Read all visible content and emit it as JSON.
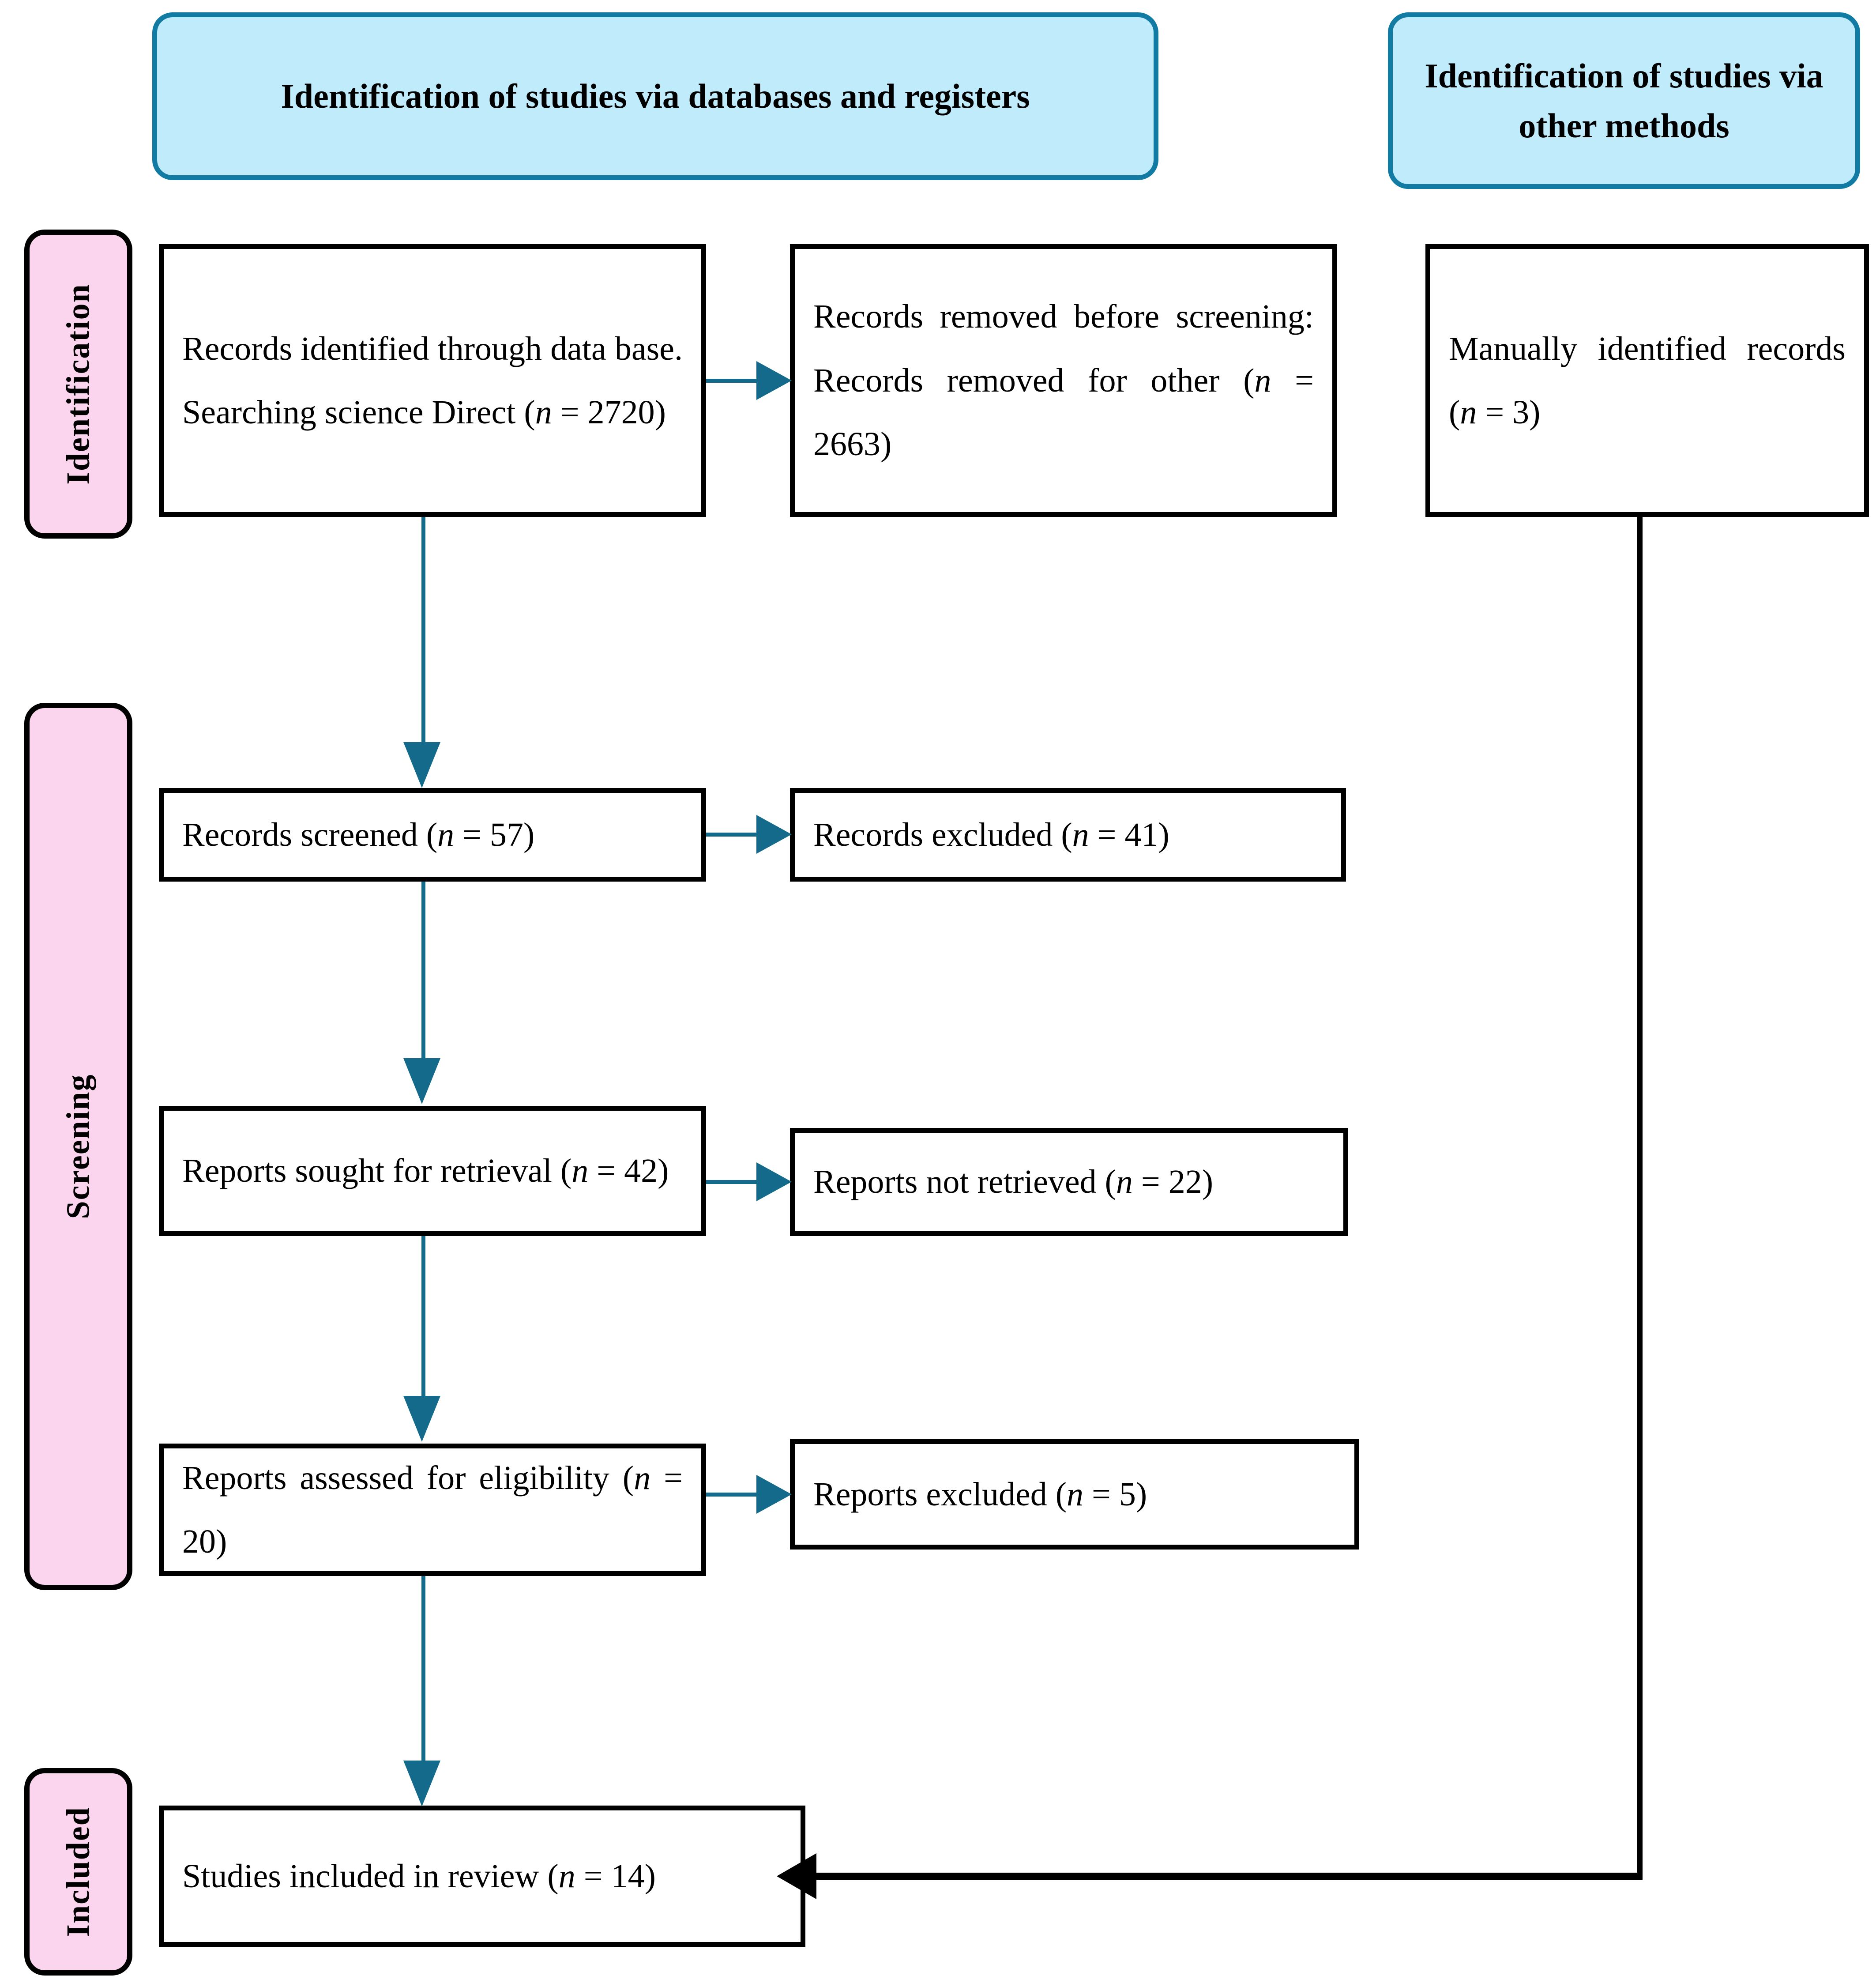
{
  "diagram": {
    "type": "prisma-flow-diagram",
    "banners": {
      "left": "Identification of studies via databases and registers",
      "right": "Identification of studies via other methods"
    },
    "stage_labels": {
      "identification": "Identification",
      "screening": "Screening",
      "included": "Included"
    },
    "boxes": {
      "identified": {
        "text_before_n": "Records identified through data base. Searching science Direct (",
        "n_symbol": "n",
        "n_value": " = 2720)",
        "full_text": "Records identified through data base. Searching science Direct (n = 2720)",
        "count": 2720
      },
      "removed": {
        "text_before_n": "Records removed before screening: Records removed for other (",
        "n_symbol": "n",
        "n_value": " = 2663)",
        "full_text": "Records removed before screening: Records removed for other (n = 2663)",
        "count": 2663
      },
      "manual": {
        "text_before_n": "Manually identified records (",
        "n_symbol": "n",
        "n_value": " = 3)",
        "full_text": "Manually identified records (n = 3)",
        "count": 3
      },
      "screened": {
        "text_before_n": "Records screened (",
        "n_symbol": "n",
        "n_value": " = 57)",
        "full_text": "Records screened (n = 57)",
        "count": 57
      },
      "excluded1": {
        "text_before_n": "Records excluded (",
        "n_symbol": "n",
        "n_value": " = 41)",
        "full_text": "Records excluded (n = 41)",
        "count": 41
      },
      "sought": {
        "text_before_n": "Reports sought for retrieval (",
        "n_symbol": "n",
        "n_value": " = 42)",
        "full_text": "Reports sought for retrieval (n = 42)",
        "count": 42
      },
      "notretrieved": {
        "text_before_n": "Reports not retrieved (",
        "n_symbol": "n",
        "n_value": " = 22)",
        "full_text": "Reports not retrieved (n = 22)",
        "count": 22
      },
      "assessed": {
        "text_before_n": "Reports assessed for eligibility (",
        "n_symbol": "n",
        "n_value": " = 20)",
        "full_text": "Reports assessed for eligibility (n = 20)",
        "count": 20
      },
      "excluded2": {
        "text_before_n": "Reports excluded (",
        "n_symbol": "n",
        "n_value": " = 5)",
        "full_text": "Reports excluded (n = 5)",
        "count": 5
      },
      "included": {
        "text_before_n": "Studies included in review (",
        "n_symbol": "n",
        "n_value": " = 14)",
        "full_text": "Studies included in review (n = 14)",
        "count": 14
      }
    },
    "colors": {
      "banner_fill": "#BFEBFB",
      "banner_border": "#117BA3",
      "stage_label_fill": "#FBD5EE",
      "stage_label_border": "#000000",
      "box_border": "#000000",
      "connector_teal": "#136A8A",
      "connector_black": "#000000"
    }
  }
}
